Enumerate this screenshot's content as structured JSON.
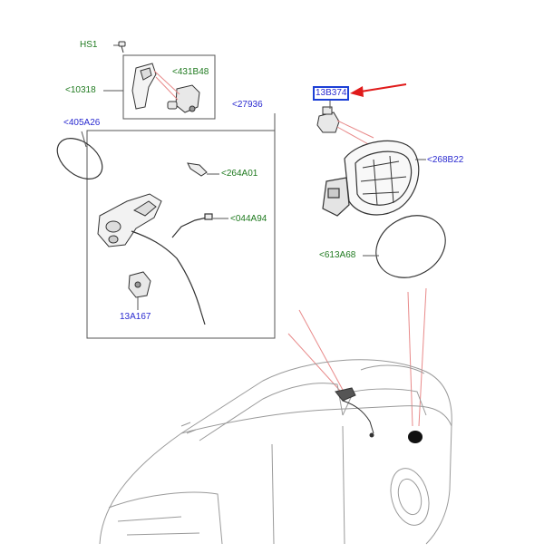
{
  "labels": {
    "hs1": "HS1",
    "p10318": "<10318",
    "p431b48": "<431B48",
    "p405a26": "<405A26",
    "p27936": "<27936",
    "p264a01": "<264A01",
    "p044a94": "<044A94",
    "p13a167": "13A167",
    "p13b374": "13B374",
    "p268b22": "<268B22",
    "p613a68": "<613A68"
  },
  "colors": {
    "label_green": "#1f7a1f",
    "label_blue": "#2a2ad0",
    "highlight_box": "#1c3fd6",
    "pointer_arrow": "#e01b1b",
    "leader_red": "#e88a8a",
    "line_art": "#333333"
  }
}
